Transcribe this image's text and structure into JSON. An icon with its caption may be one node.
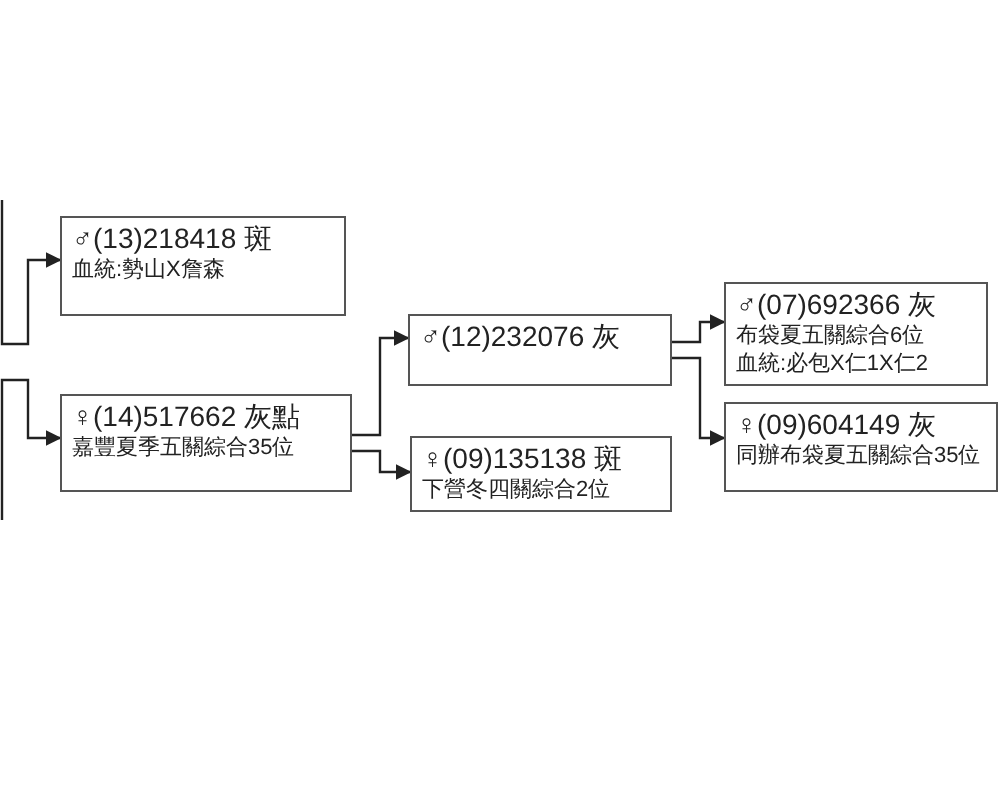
{
  "diagram": {
    "nodes": [
      {
        "text": [
          "♂(13)218418 斑",
          "血統:勢山X詹森"
        ]
      },
      {
        "text": [
          "♀(14)517662 灰點",
          "嘉豐夏季五關綜合35位"
        ]
      },
      {
        "text": [
          "♂(12)232076 灰"
        ]
      },
      {
        "text": [
          "♀(09)135138 斑",
          "下營冬四關綜合2位"
        ]
      },
      {
        "text": [
          "♂(07)692366 灰",
          "布袋夏五關綜合6位",
          "血統:必包X仁1X仁2"
        ]
      },
      {
        "text": [
          "♀(09)604149 灰",
          "同辦布袋夏五關綜合35位"
        ]
      }
    ],
    "edges": [
      {
        "from": null,
        "to": 0,
        "arrow": "to"
      },
      {
        "from": null,
        "to": 1,
        "arrow": "to"
      },
      {
        "from": 1,
        "to": 2,
        "arrow": "to"
      },
      {
        "from": 1,
        "to": 3,
        "arrow": "to"
      },
      {
        "from": 2,
        "to": 4,
        "arrow": "to"
      },
      {
        "from": 2,
        "to": 5,
        "arrow": "to"
      }
    ]
  }
}
